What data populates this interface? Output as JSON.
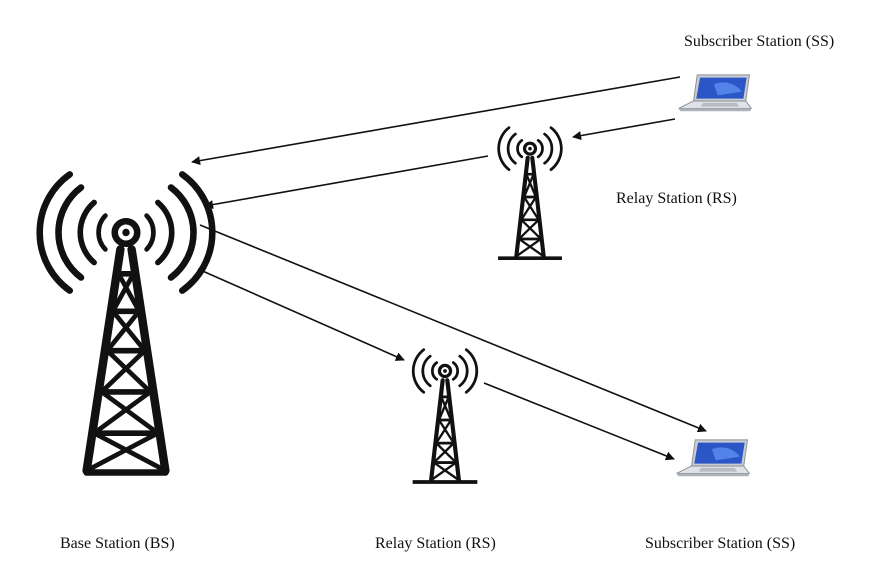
{
  "diagram": {
    "nodes": {
      "bs": {
        "label": "Base Station (BS)",
        "icon": "cell-tower-icon"
      },
      "rs_top": {
        "label": "Relay Station (RS)",
        "icon": "cell-tower-icon"
      },
      "rs_bottom": {
        "label": "Relay Station (RS)",
        "icon": "cell-tower-icon"
      },
      "ss_top": {
        "label": "Subscriber Station (SS)",
        "icon": "laptop-icon"
      },
      "ss_bottom": {
        "label": "Subscriber Station (SS)",
        "icon": "laptop-icon"
      }
    },
    "links": [
      {
        "from": "ss_top",
        "to": "bs"
      },
      {
        "from": "ss_top",
        "to": "rs_top"
      },
      {
        "from": "rs_top",
        "to": "bs"
      },
      {
        "from": "bs",
        "to": "ss_bottom"
      },
      {
        "from": "bs",
        "to": "rs_bottom"
      },
      {
        "from": "rs_bottom",
        "to": "ss_bottom"
      }
    ],
    "colors": {
      "ink": "#111111",
      "screen": "#2a56c6",
      "laptop_body": "#c9ccd1"
    }
  }
}
